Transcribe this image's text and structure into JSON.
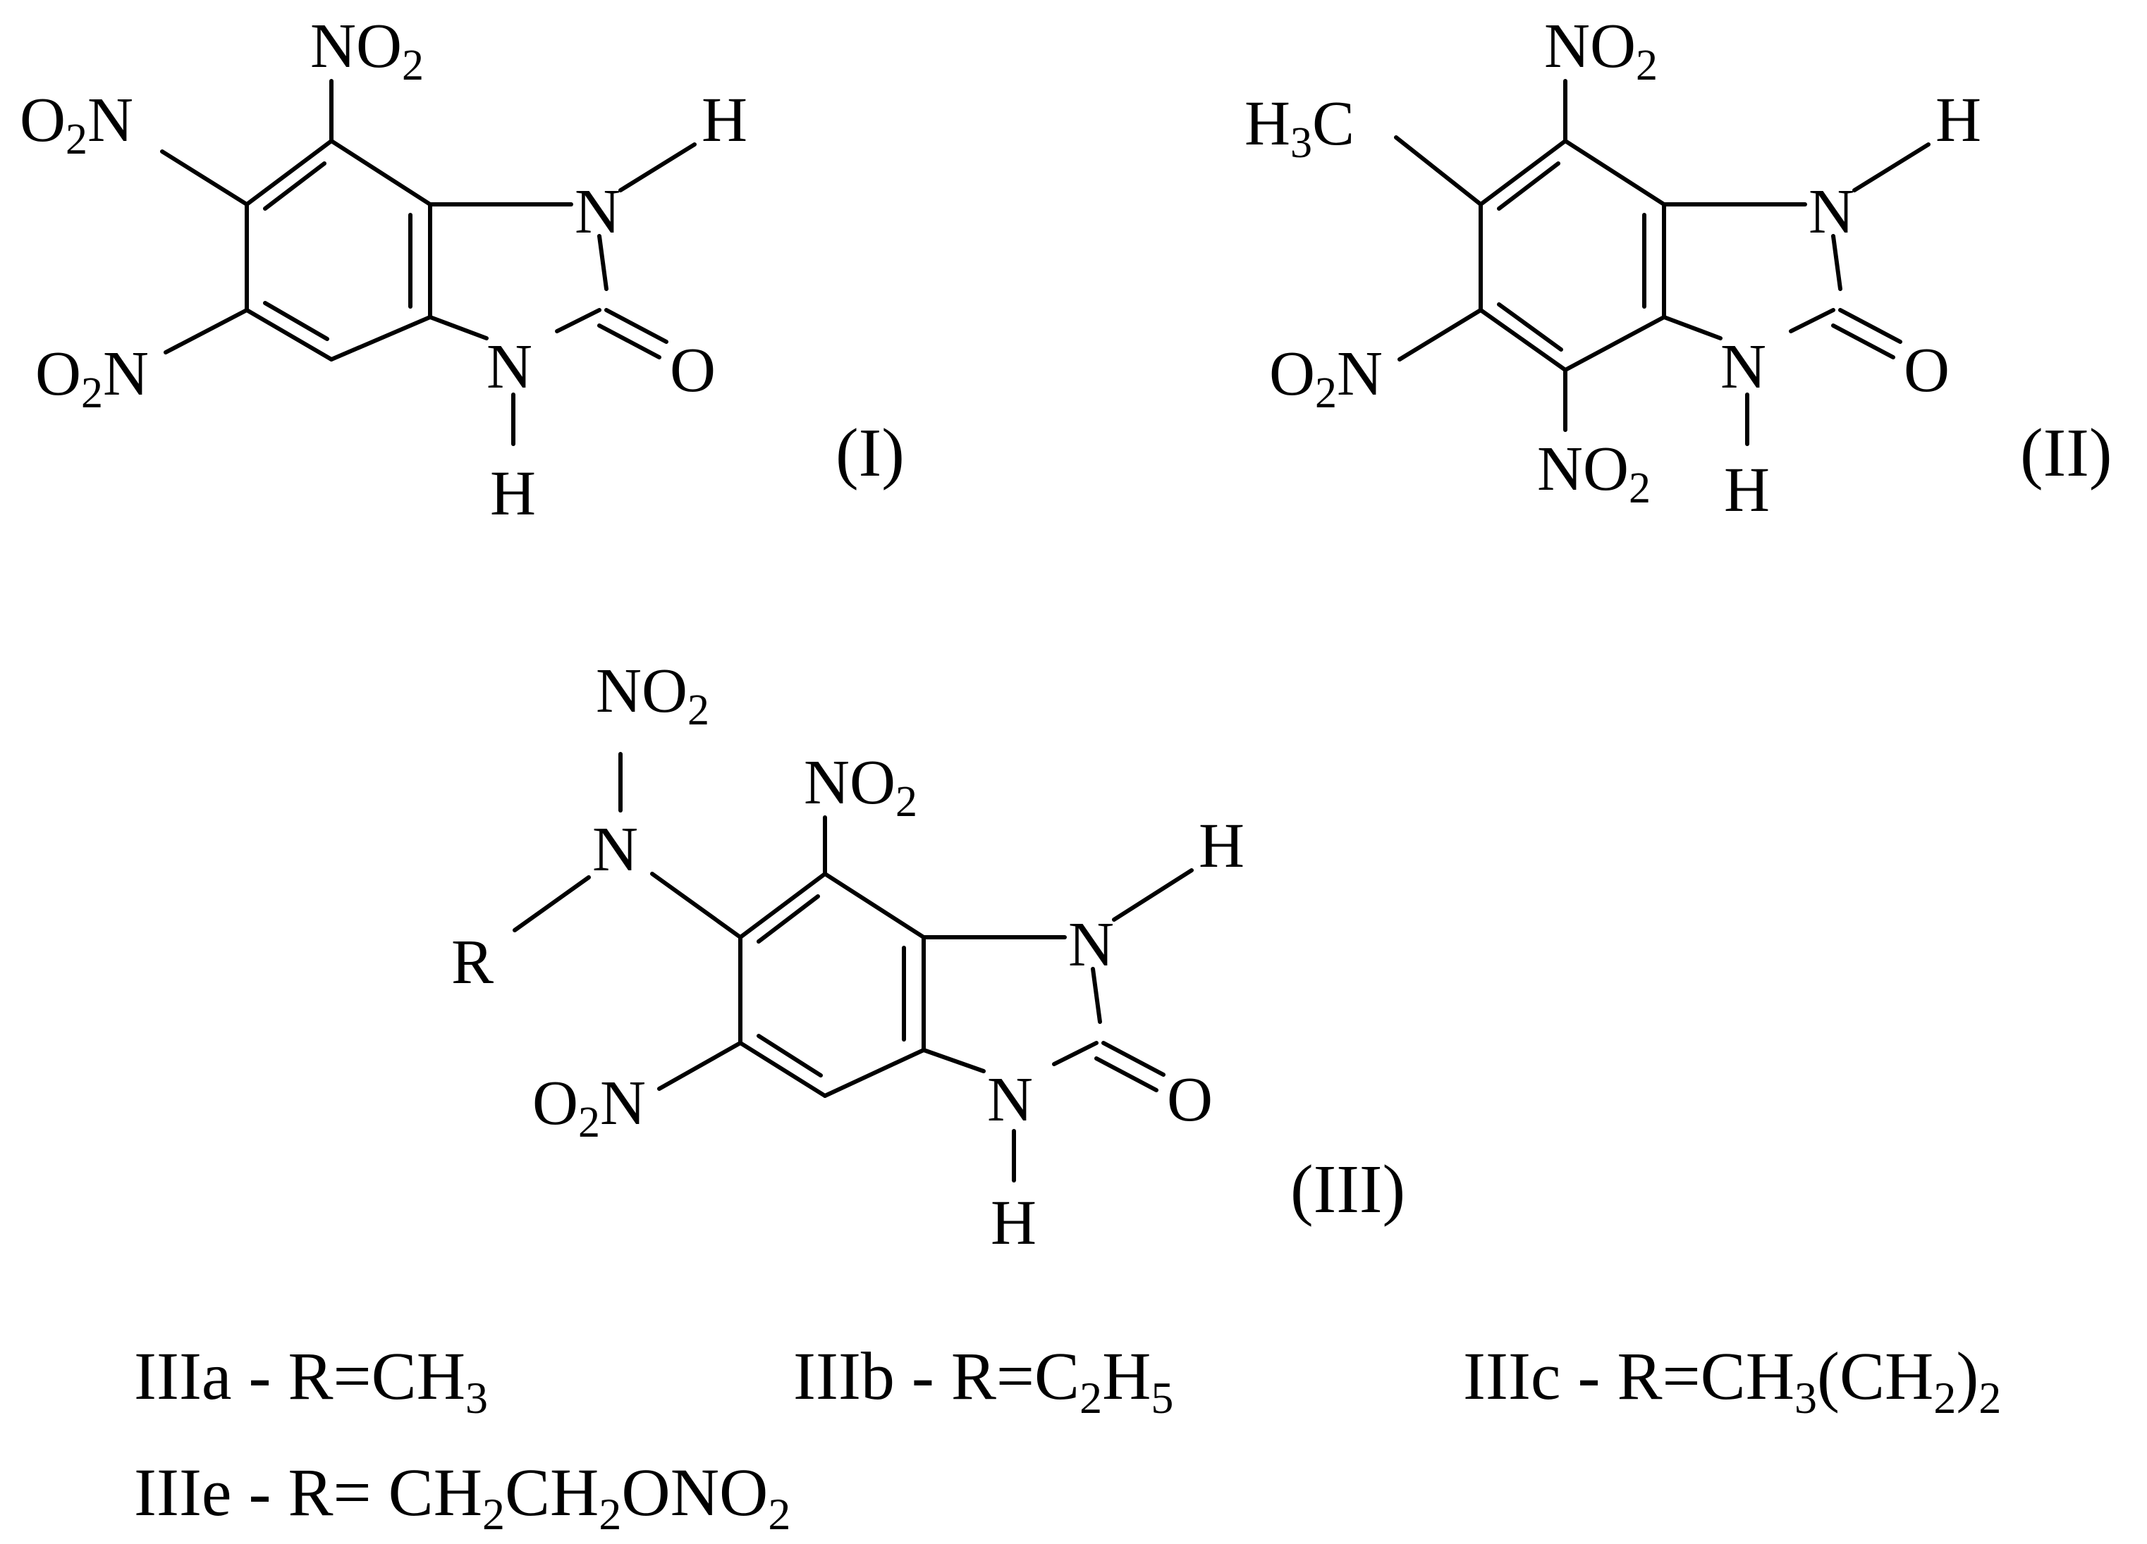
{
  "structures": [
    {
      "id": "I",
      "caption": "(I)",
      "labels": {
        "top_nitro": [
          "NO",
          "2"
        ],
        "upper_left_nitro": [
          "O",
          "2",
          "N"
        ],
        "lower_left_nitro": [
          "O",
          "2",
          "N"
        ],
        "n_top": "N",
        "n_top_h": "H",
        "n_bottom": "N",
        "n_bottom_h": "H",
        "carbonyl_o": "O"
      }
    },
    {
      "id": "II",
      "caption": "(II)",
      "labels": {
        "top_nitro": [
          "NO",
          "2"
        ],
        "methyl": [
          "H",
          "3",
          "C"
        ],
        "lower_left_nitro": [
          "O",
          "2",
          "N"
        ],
        "bottom_nitro": [
          "NO",
          "2"
        ],
        "n_top": "N",
        "n_top_h": "H",
        "n_bottom": "N",
        "n_bottom_h": "H",
        "carbonyl_o": "O"
      }
    },
    {
      "id": "III",
      "caption": "(III)",
      "labels": {
        "nn_nitro": [
          "NO",
          "2"
        ],
        "amine_n": "N",
        "r_group": "R",
        "top_nitro": [
          "NO",
          "2"
        ],
        "lower_left_nitro": [
          "O",
          "2",
          "N"
        ],
        "n_top": "N",
        "n_top_h": "H",
        "n_bottom": "N",
        "n_bottom_h": "H",
        "carbonyl_o": "O"
      }
    }
  ],
  "legend": [
    {
      "id": "IIIa",
      "text": [
        "IIIa - R=CH",
        "3"
      ]
    },
    {
      "id": "IIIb",
      "text": [
        "IIIb - R=C",
        "2",
        "H",
        "5"
      ]
    },
    {
      "id": "IIIc",
      "text": [
        "IIIc - R=CH",
        "3",
        "(CH",
        "2",
        ")",
        "2"
      ]
    },
    {
      "id": "IIIe",
      "text": [
        "IIIe - R= CH",
        "2",
        "CH",
        "2",
        "ONO",
        "2"
      ]
    }
  ]
}
